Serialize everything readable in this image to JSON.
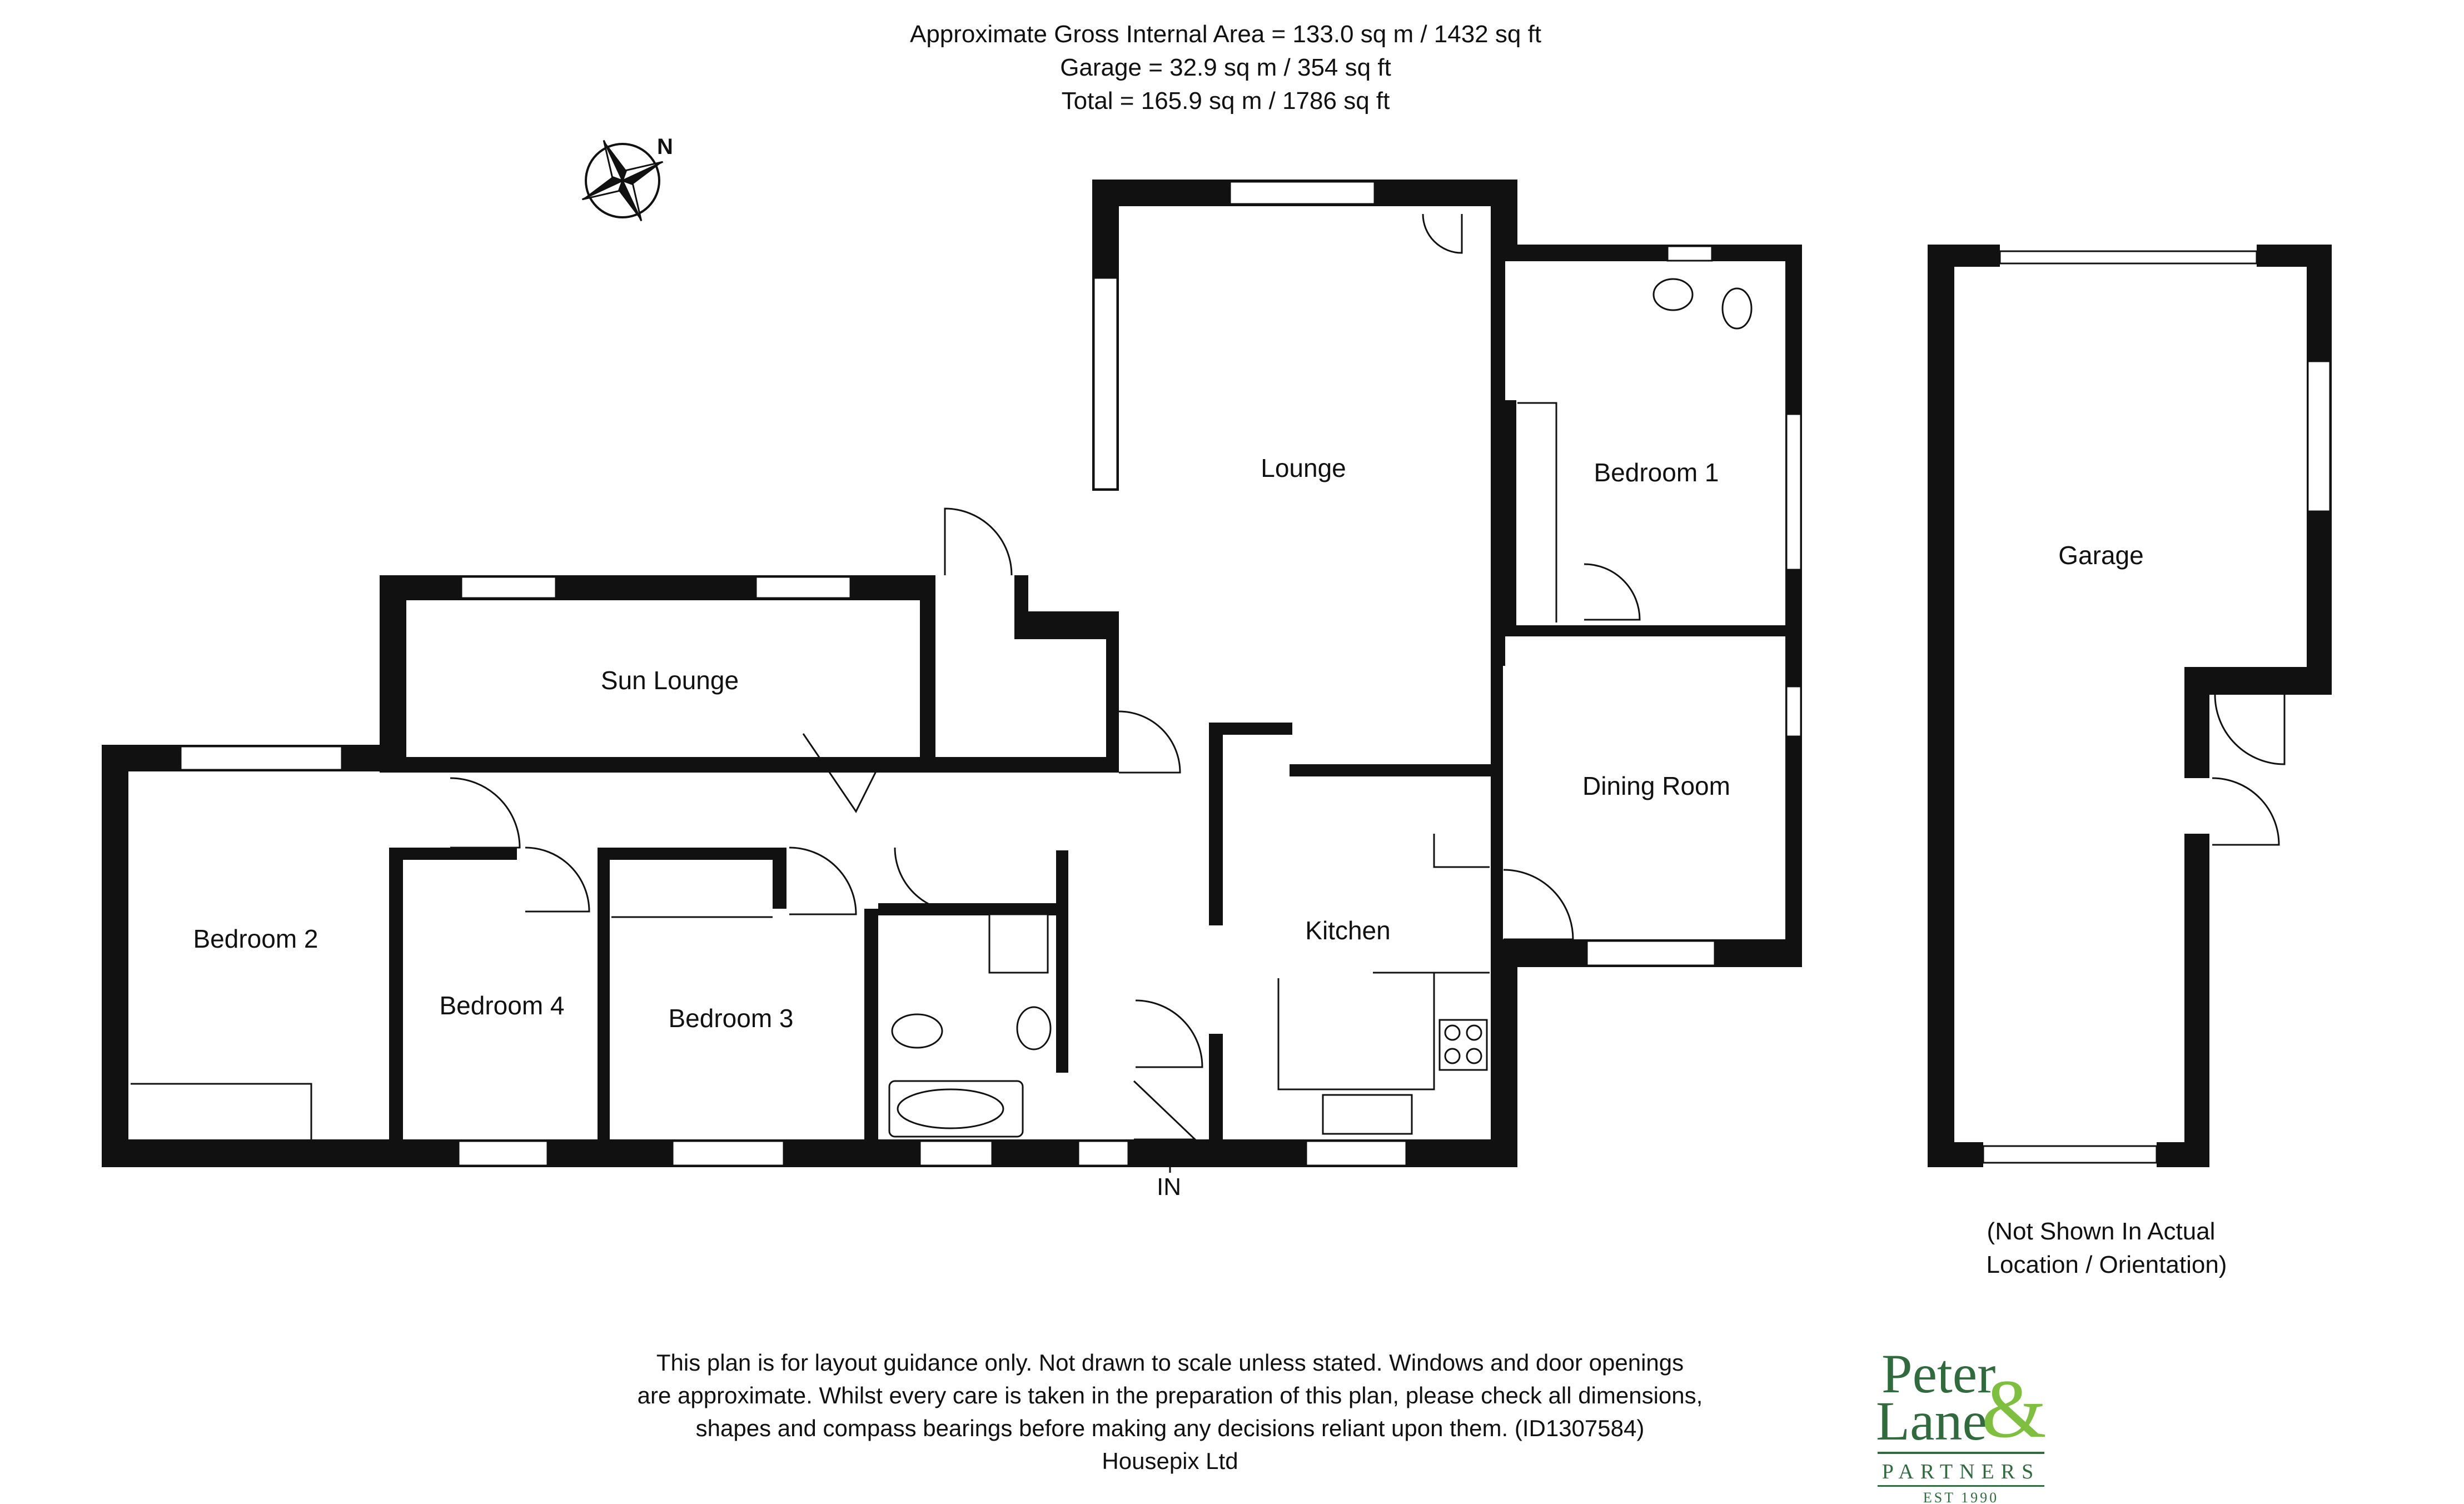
{
  "header": {
    "line1": "Approximate Gross Internal Area = 133.0 sq m / 1432 sq ft",
    "line2": "Garage = 32.9 sq m / 354 sq ft",
    "line3": "Total = 165.9 sq m / 1786 sq ft"
  },
  "compass": {
    "label": "N"
  },
  "rooms": {
    "lounge": "Lounge",
    "bedroom1": "Bedroom 1",
    "sun_lounge": "Sun Lounge",
    "dining_room": "Dining Room",
    "bedroom2": "Bedroom 2",
    "bedroom4": "Bedroom 4",
    "bedroom3": "Bedroom 3",
    "kitchen": "Kitchen",
    "garage": "Garage"
  },
  "entrance": {
    "label": "IN"
  },
  "garage_note": {
    "line1": "(Not Shown In Actual",
    "line2": "Location / Orientation)"
  },
  "disclaimer": {
    "line1": "This plan is for layout guidance only. Not drawn to scale unless stated. Windows and door openings",
    "line2": "are approximate. Whilst every care is taken in the preparation of this plan, please check all dimensions,",
    "line3": "shapes and compass bearings before making any decisions reliant upon them. (ID1307584)",
    "line4": "Housepix Ltd"
  },
  "logo": {
    "name_line1": "Peter",
    "name_line2": "Lane",
    "ampersand": "&",
    "tagline": "PARTNERS",
    "established": "EST 1990",
    "colors": {
      "primary": "#2f6b3c",
      "accent": "#7fbf3f"
    }
  }
}
